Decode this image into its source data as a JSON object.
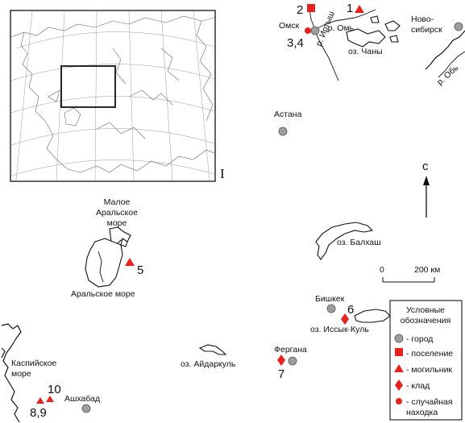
{
  "inset": {
    "label": "I"
  },
  "cities": [
    {
      "id": "omsk",
      "name": "Омск"
    },
    {
      "id": "novosibirsk",
      "name": "Ново-сибирск",
      "line1": "Ново-",
      "line2": "сибирск"
    },
    {
      "id": "astana",
      "name": "Астана"
    },
    {
      "id": "bishkek",
      "name": "Бишкек"
    },
    {
      "id": "fergana",
      "name": "Фергана"
    },
    {
      "id": "ashgabat",
      "name": "Ашхабад"
    }
  ],
  "water": {
    "om": "р. Омь",
    "chany": "оз. Чаны",
    "irtysh": "р. Иртыш",
    "ob": "р. Обь",
    "balkhash": "оз. Балхаш",
    "issyk_kul": "оз. Иссык-Куль",
    "aydarkul": "оз. Айдаркуль",
    "aral": "Аральское море",
    "small_aral": {
      "line1": "Малое",
      "line2": "Аральское",
      "line3": "море"
    },
    "caspian": {
      "line1": "Каспийское",
      "line2": "море"
    }
  },
  "sites": [
    {
      "number": "1",
      "type": "могильник"
    },
    {
      "number": "2",
      "type": "поселение"
    },
    {
      "number": "3,4",
      "type": "случайная находка"
    },
    {
      "number": "5",
      "type": "могильник"
    },
    {
      "number": "6",
      "type": "клад"
    },
    {
      "number": "7",
      "type": "клад"
    },
    {
      "number": "8,9",
      "type": "могильник"
    },
    {
      "number": "10",
      "type": "могильник"
    }
  ],
  "north": {
    "label": "с"
  },
  "scale": {
    "start": "0",
    "end": "200 км"
  },
  "legend": {
    "title_line1": "Условные",
    "title_line2": "обозначения",
    "items": [
      {
        "symbol": "circle",
        "color": "#9e9e9e",
        "label": "- город"
      },
      {
        "symbol": "square",
        "color": "#e8231d",
        "label": "- поселение"
      },
      {
        "symbol": "triangle",
        "color": "#e8231d",
        "label": "- могильник"
      },
      {
        "symbol": "diamond",
        "color": "#e8231d",
        "label": "- клад"
      },
      {
        "symbol": "dot",
        "color": "#e8231d",
        "label": "- случайная",
        "label2": "находка"
      }
    ]
  },
  "colors": {
    "marker_red": "#e8231d",
    "city_gray": "#9e9e9e",
    "city_stroke": "#555555"
  }
}
